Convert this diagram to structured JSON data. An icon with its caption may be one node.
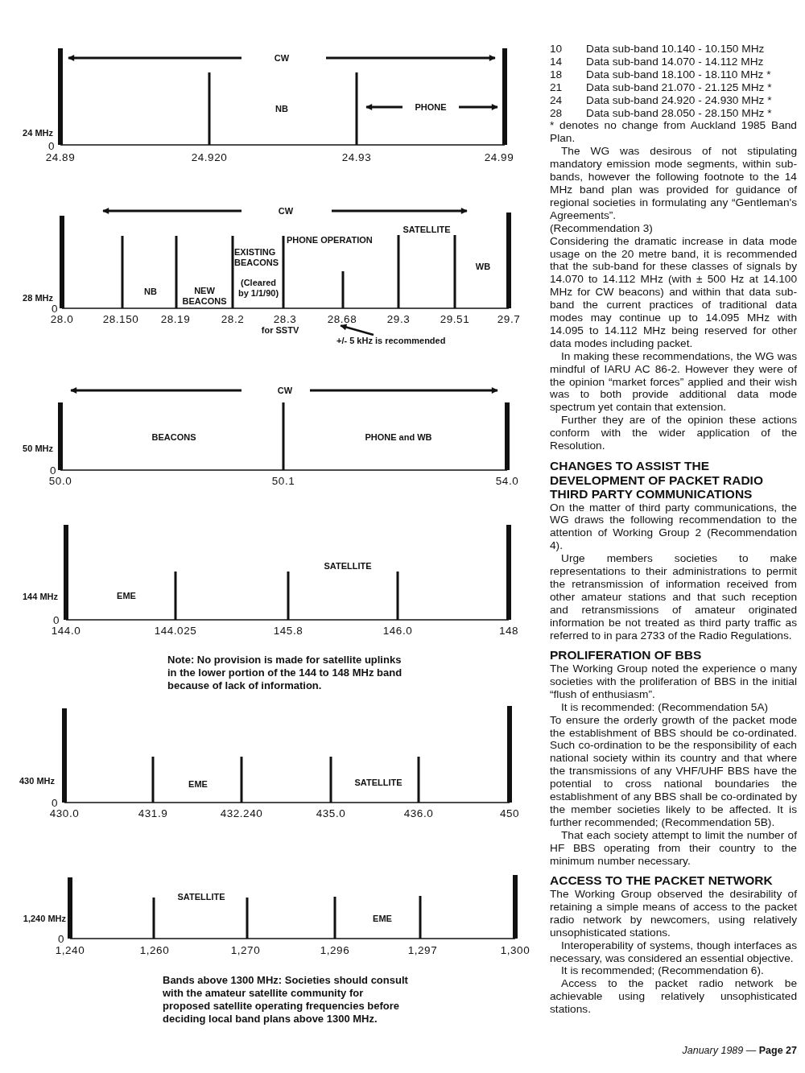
{
  "diagram": {
    "nodes": [
      {
        "text": [
          "28.68"
        ]
      },
      {
        "text": [
          "+/- 5 kHz is recommended"
        ]
      }
    ],
    "edges": [
      {
        "from": 1,
        "to": 0,
        "arrow": "to"
      }
    ],
    "labels": [
      "24 MHz",
      "0",
      "24.89",
      "24.920",
      "24.93",
      "24.99",
      "CW",
      "NB",
      "PHONE",
      "28 MHz",
      "0",
      "28.0",
      "28.150",
      "28.19",
      "28.2",
      "28.3",
      "29.3",
      "29.51",
      "29.7",
      "for SSTV",
      "CW",
      "NB",
      "NEW BEACONS",
      "EXISTING BEACONS",
      "(Cleared by 1/1/90)",
      "PHONE OPERATION",
      "SATELLITE",
      "WB",
      "50 MHz",
      "0",
      "50.0",
      "50.1",
      "54.0",
      "CW",
      "BEACONS",
      "PHONE and WB",
      "144 MHz",
      "0",
      "144.0",
      "144.025",
      "145.8",
      "146.0",
      "148",
      "EME",
      "SATELLITE",
      "Note: No provision is made for satellite uplinks in the lower portion of the 144 to 148 MHz band because of lack of information.",
      "430 MHz",
      "0",
      "430.0",
      "431.9",
      "432.240",
      "435.0",
      "436.0",
      "450",
      "EME",
      "SATELLITE",
      "1,240 MHz",
      "0",
      "1,240",
      "1,260",
      "1,270",
      "1,296",
      "1,297",
      "1,300",
      "SATELLITE",
      "EME",
      "Bands above 1300 MHz: Societies should consult with the amateur satellite community for proposed satellite operating frequencies before deciding local band plans above 1300 MHz.",
      "10",
      "Data sub-band 10.140 - 10.150 MHz",
      "14",
      "Data sub-band 14.070 - 14.112 MHz",
      "18",
      "Data sub-band 18.100 - 18.110 MHz *",
      "21",
      "Data sub-band 21.070 - 21.125 MHz *",
      "24",
      "Data sub-band 24.920 - 24.930 MHz *",
      "28",
      "Data sub-band 28.050 - 28.150 MHz *",
      "* denotes no change from Auckland 1985 Band Plan.",
      "The WG was desirous of not stipulating mandatory emission mode segments, within sub-bands, however the following footnote to the 14 MHz band plan was provided for guidance of regional societies in formulating any “Gentleman's Agreements”.",
      "(Recommendation 3)",
      "Considering the dramatic increase in data mode usage on the 20 metre band, it is recommended that the sub-band for these classes of signals by 14.070 to 14.112 MHz (with ± 500 Hz at 14.100 MHz for CW beacons) and within that data sub-band the current practices of traditional data modes may continue up to 14.095 MHz with 14.095 to 14.112 MHz being reserved for other data modes including packet.",
      "In making these recommendations, the WG was mindful of IARU AC 86-2. However they were of the opinion “market forces” applied and their wish was to both provide additional data mode spectrum yet contain that extension.",
      "Further they are of the opinion these actions conform with the wider application of the Resolution.",
      "CHANGES TO ASSIST THE DEVELOPMENT OF PACKET RADIO THIRD PARTY COMMUNICATIONS",
      "On the matter of third party communications, the WG draws the following recommendation to the attention of Working Group 2 (Recommendation 4).",
      "Urge members societies to make representations to their administrations to permit the retransmission of information received from other amateur stations and that such reception and retransmissions of amateur originated information be not treated as third party traffic as referred to in para 2733 of the Radio Regulations.",
      "PROLIFERATION OF BBS",
      "The Working Group noted the experience o many societies with the proliferation of BBS in the initial “flush of enthusiasm”.",
      "It is recommended: (Recommendation 5A)",
      "To ensure the orderly growth of the packet mode the establishment of BBS should be co-ordinated. Such co-ordination to be the responsibility of each national society within its country and that where the transmissions of any VHF/UHF BBS have the potential to cross national boundaries the establishment of any BBS shall be co-ordinated by the member societies likely to be affected. It is further recommended; (Recommendation 5B).",
      "That each society attempt to limit the number of HF BBS operating from their country to the minimum number necessary.",
      "ACCESS TO THE PACKET NETWORK",
      "The Working Group observed the desirability of retaining a simple means of access to the packet radio network by newcomers, using relatively unsophisticated stations.",
      "Interoperability of systems, though interfaces as necessary, was considered an essential objective.",
      "It is recommended; (Recommendation 6).",
      "Access to the packet radio network be achievable using relatively unsophisticated stations.",
      "*January 1989* — **Page 27**"
    ]
  }
}
